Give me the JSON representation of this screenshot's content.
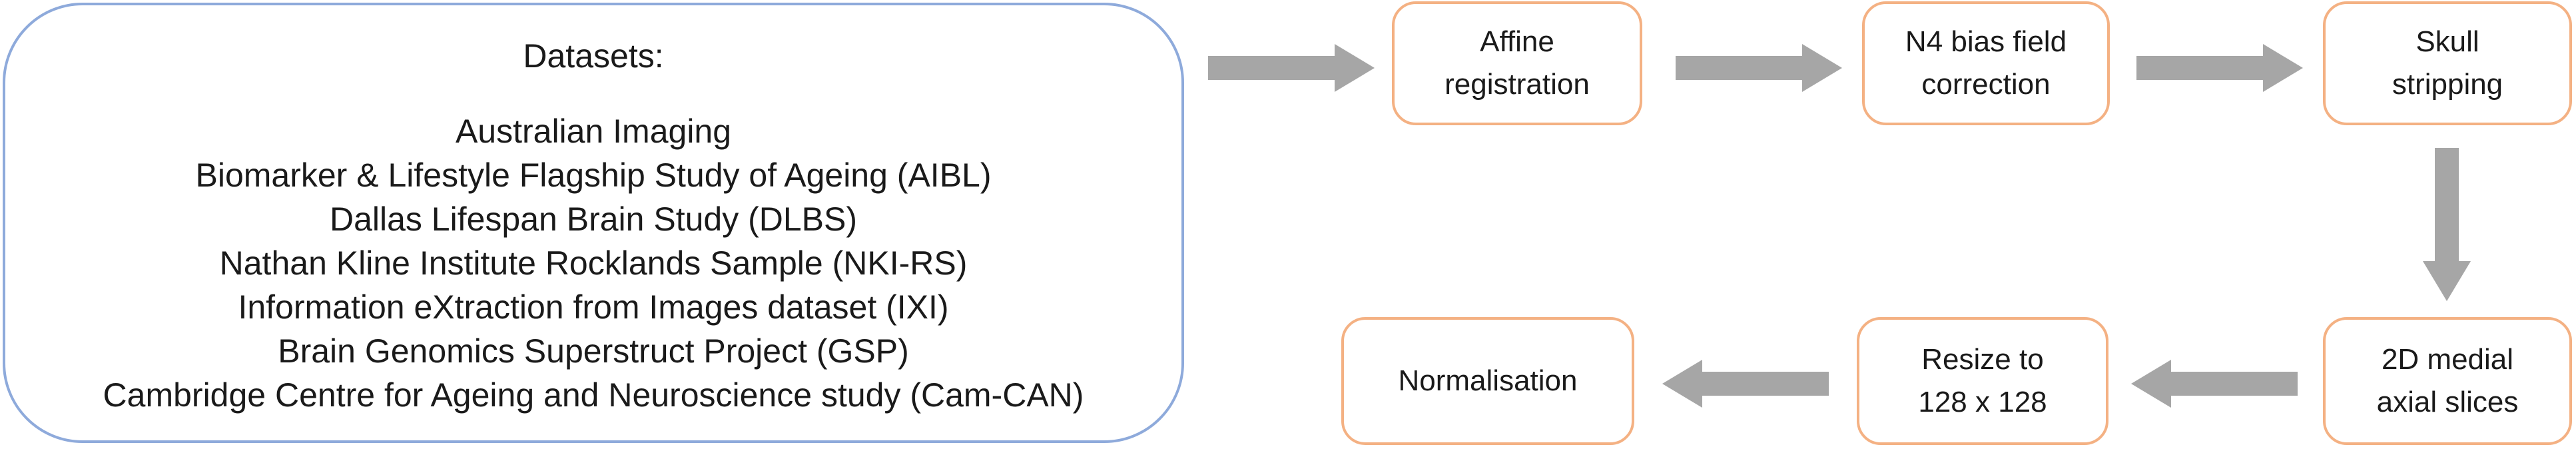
{
  "datasets": {
    "title": "Datasets:",
    "items": [
      "Australian Imaging",
      "Biomarker & Lifestyle Flagship Study of Ageing (AIBL)",
      "Dallas Lifespan Brain Study (DLBS)",
      "Nathan Kline Institute Rocklands Sample (NKI-RS)",
      "Information eXtraction from Images dataset (IXI)",
      "Brain Genomics Superstruct Project (GSP)",
      "Cambridge Centre for Ageing and Neuroscience study (Cam-CAN)"
    ]
  },
  "steps": {
    "affine": "Affine\nregistration",
    "n4": "N4 bias field\ncorrection",
    "skull": "Skull\nstripping",
    "slices": "2D medial\naxial slices",
    "resize": "Resize to\n128 x 128",
    "normalisation": "Normalisation"
  },
  "colors": {
    "dataset_border": "#8eaadb",
    "step_border": "#f4b183",
    "arrow_fill": "#a6a6a6"
  }
}
